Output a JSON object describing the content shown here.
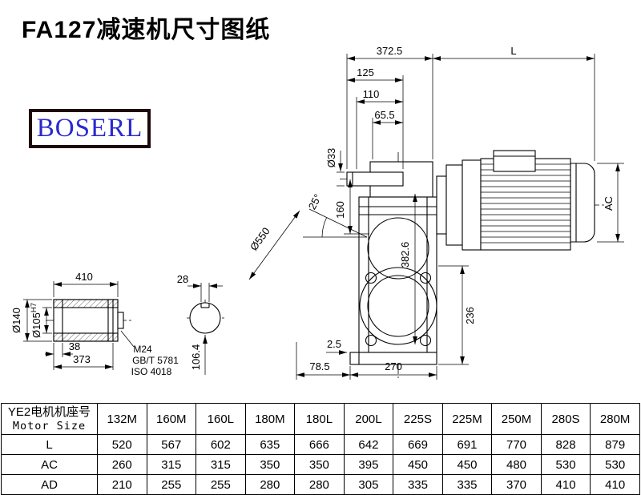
{
  "page": {
    "title": "FA127减速机尺寸图纸",
    "logo_text": "BOSERL"
  },
  "drawing": {
    "main": {
      "w372_5": "372.5",
      "len_L": "L",
      "d125": "125",
      "d110": "110",
      "d65_5": "65.5",
      "dia33": "Ø33",
      "d160": "160",
      "a25": "25°",
      "dia550": "Ø550",
      "d382_6": "382.6",
      "ac": "AC",
      "d236": "236",
      "d2_5": "2.5",
      "d78_5": "78.5",
      "d270": "270"
    },
    "shaft_detail": {
      "d410": "410",
      "dia140": "Ø140",
      "dia105": "Ø105",
      "tol105": "H7",
      "d38": "38",
      "d373": "373",
      "thread": "M24",
      "std_gb": "GB/T 5781",
      "std_iso": "ISO 4018"
    },
    "end_view": {
      "d28": "28",
      "d106_4": "106.4"
    }
  },
  "table": {
    "header_cn": "YE2电机机座号",
    "header_en": "Motor Size",
    "columns": [
      "132M",
      "160M",
      "160L",
      "180M",
      "180L",
      "200L",
      "225S",
      "225M",
      "250M",
      "280S",
      "280M"
    ],
    "rows": [
      {
        "label": "L",
        "values": [
          "520",
          "567",
          "602",
          "635",
          "666",
          "642",
          "669",
          "691",
          "770",
          "828",
          "879"
        ]
      },
      {
        "label": "AC",
        "values": [
          "260",
          "315",
          "315",
          "350",
          "350",
          "395",
          "450",
          "450",
          "480",
          "530",
          "530"
        ]
      },
      {
        "label": "AD",
        "values": [
          "210",
          "255",
          "255",
          "280",
          "280",
          "305",
          "335",
          "335",
          "370",
          "410",
          "410"
        ]
      }
    ]
  }
}
